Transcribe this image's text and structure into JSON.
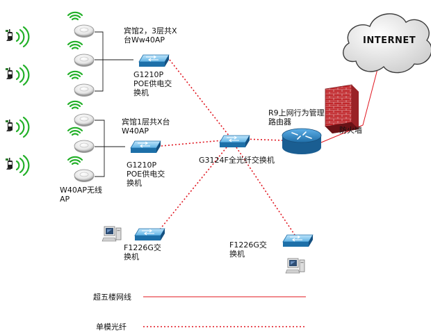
{
  "labels": {
    "hotel23": "宾馆2，3层共X\n台Ww40AP",
    "g1210p_top": "G1210P\nPOE供电交\n换机",
    "hotel1": "宾馆1层共X台\nW40AP",
    "g1210p_mid": "G1210P\nPOE供电交\n换机",
    "w40ap": "W40AP无线\nAP",
    "g3124f": "G3124F全光纤交换机",
    "r9": "R9上网行为管理\n路由器",
    "firewall": "防火墙",
    "internet": "INTERNET",
    "f1226g_left": "F1226G交\n换机",
    "f1226g_right": "F1226G交\n换机"
  },
  "legend": {
    "cat5e": "超五楼网线",
    "singlemode": "单模光纤"
  },
  "colors": {
    "link": "#e0141e",
    "switch_top": "#7ec6ee",
    "switch_side": "#1d6fa8",
    "router": "#2a82c2",
    "wall": "#c0282c",
    "cloud": "#e4e4e4"
  },
  "icons": {
    "ap": "wireless-ap-icon",
    "phone": "mobile-phone-icon",
    "switch": "network-switch-icon",
    "router": "router-icon",
    "firewall": "firewall-icon",
    "cloud": "internet-cloud-icon",
    "pc": "desktop-pc-icon"
  }
}
